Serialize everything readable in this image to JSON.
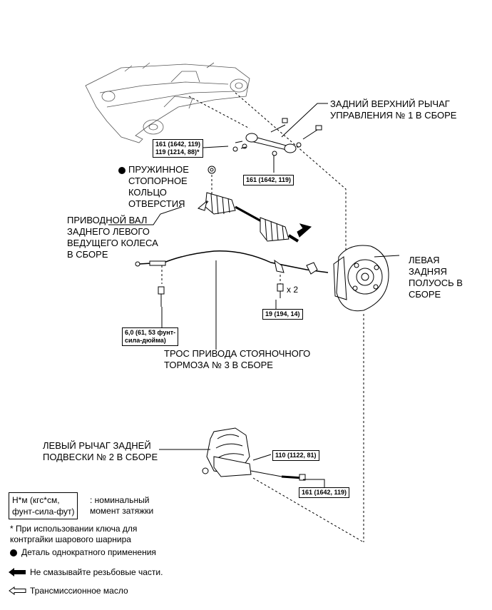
{
  "labels": {
    "upper_arm": [
      "ЗАДНИЙ ВЕРХНИЙ РЫЧАГ",
      "УПРАВЛЕНИЯ № 1 В СБОРЕ"
    ],
    "snap_ring": [
      "ПРУЖИННОЕ",
      "СТОПОРНОЕ",
      "КОЛЬЦО",
      "ОТВЕРСТИЯ"
    ],
    "drive_shaft": [
      "ПРИВОДНОЙ ВАЛ",
      "ЗАДНЕГО ЛЕВОГО",
      "ВЕДУЩЕГО КОЛЕСА",
      "В СБОРЕ"
    ],
    "axle": [
      "ЛЕВАЯ",
      "ЗАДНЯЯ",
      "ПОЛУОСЬ В",
      "СБОРЕ"
    ],
    "cable": [
      "ТРОС ПРИВОДА СТОЯНОЧНОГО",
      "ТОРМОЗА № 3 В СБОРЕ"
    ],
    "lower_arm": [
      "ЛЕВЫЙ РЫЧАГ ЗАДНЕЙ",
      "ПОДВЕСКИ № 2 В СБОРЕ"
    ]
  },
  "torque": {
    "t1": [
      "161 (1642, 119)",
      "119 (1214, 88)*"
    ],
    "t2": "161 (1642, 119)",
    "t3": "19 (194, 14)",
    "t4": [
      "6,0 (61, 53 фунт-",
      "сила-дюйма)"
    ],
    "t5": "110 (1122, 81)",
    "t6": "161 (1642, 119)",
    "multiplier": "x 2"
  },
  "legend": {
    "unit_box": [
      "Н*м (кгс*см,",
      "фунт-сила-фут)"
    ],
    "unit_desc": [
      ": номинальный",
      "момент затяжки"
    ],
    "note": [
      "* При использовании ключа для",
      "контргайки шарового шарнира"
    ],
    "non_reusable": "Деталь однократного применения",
    "no_oil": "Не смазывайте резьбовые части.",
    "trans_oil": "Трансмиссионное масло"
  },
  "icons": {
    "non_reusable": "filled-circle-icon",
    "no_oil": "black-arrow-icon",
    "trans_oil": "outline-arrow-icon"
  }
}
